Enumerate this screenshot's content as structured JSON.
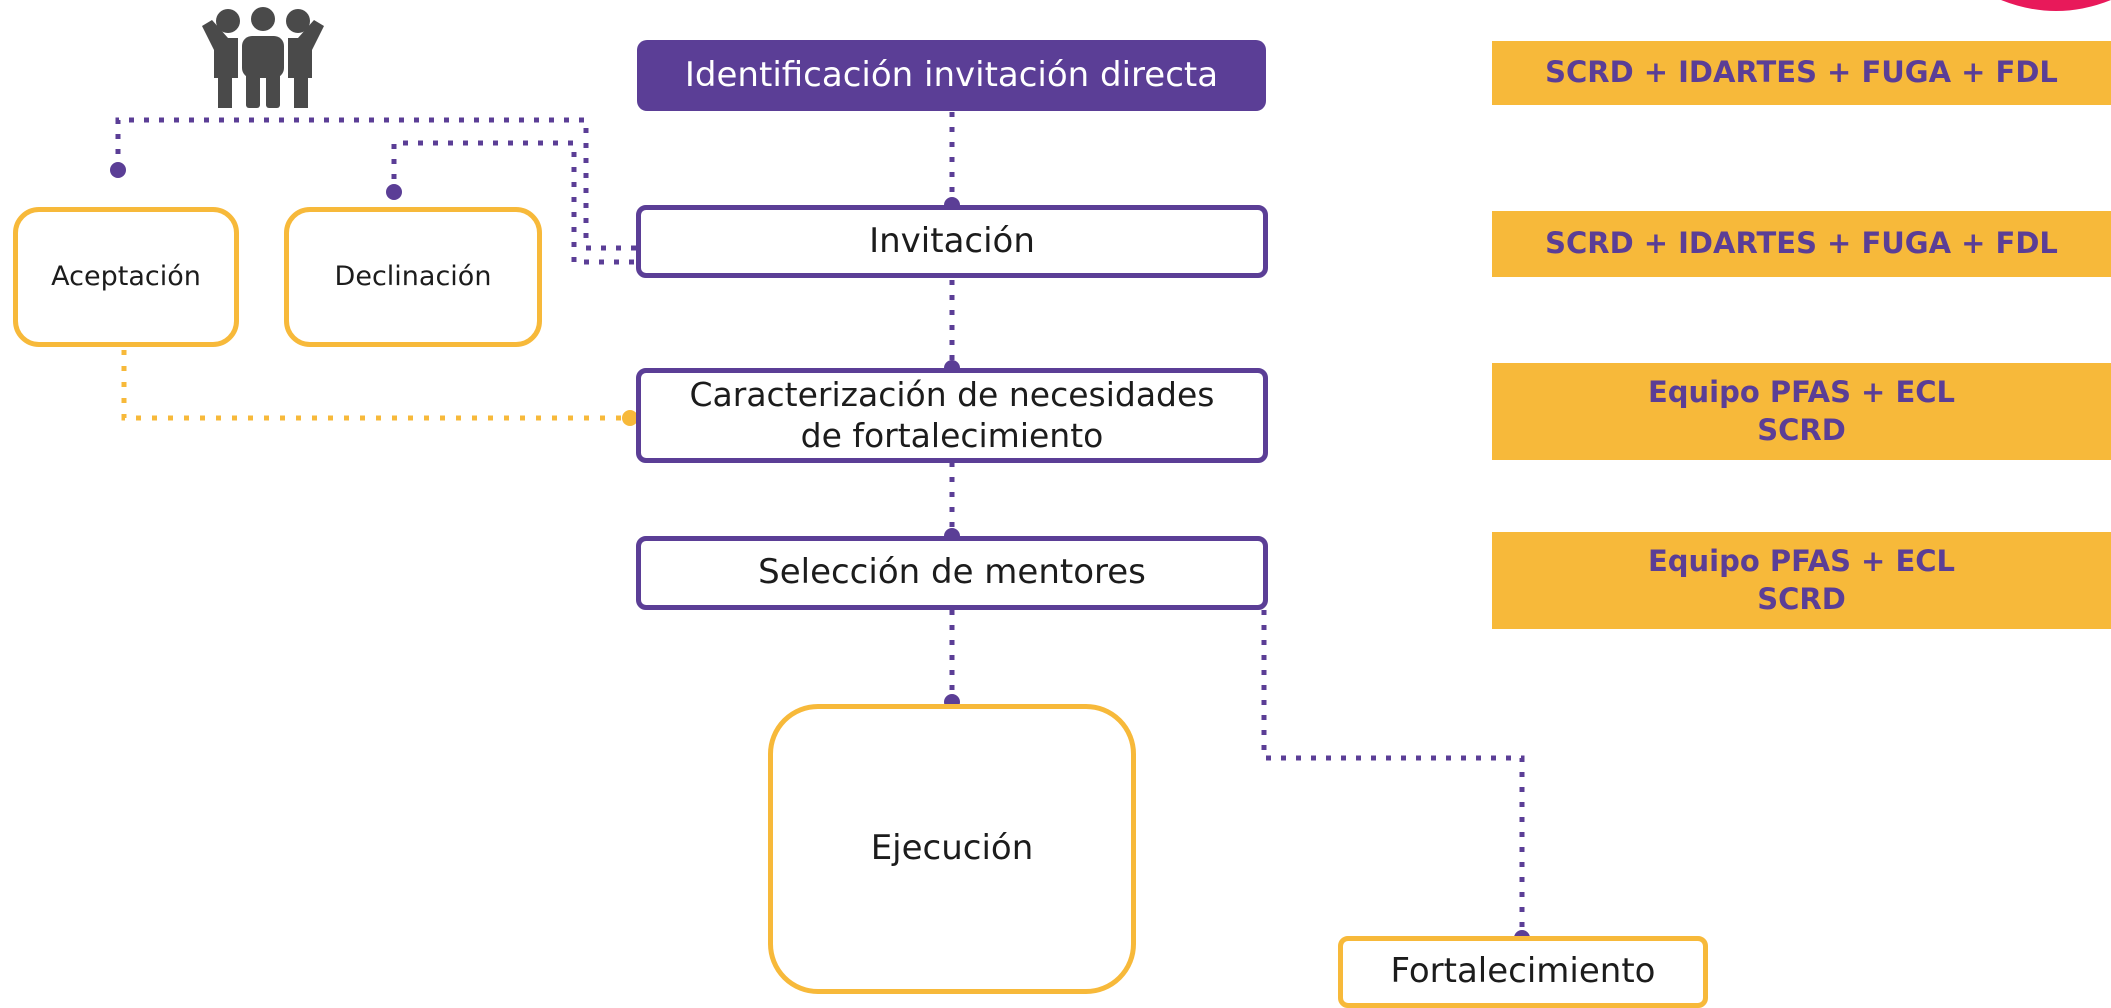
{
  "colors": {
    "purple": "#5b3e96",
    "yellow": "#f7b93a",
    "text": "#1c1c1c",
    "accent": "#e8195a"
  },
  "nodes": {
    "identificacion": "Identificación invitación directa",
    "invitacion": "Invitación",
    "aceptacion": "Aceptación",
    "declinacion": "Declinación",
    "caracterizacion_1": "Caracterización de necesidades",
    "caracterizacion_2": "de fortalecimiento",
    "seleccion": "Selección de mentores",
    "ejecucion": "Ejecución",
    "fortalecimiento": "Fortalecimiento"
  },
  "responsables": [
    {
      "line1": "SCRD + IDARTES + FUGA + FDL"
    },
    {
      "line1": "SCRD + IDARTES + FUGA + FDL"
    },
    {
      "line1": "Equipo PFAS + ECL",
      "line2": "SCRD"
    },
    {
      "line1": "Equipo PFAS + ECL",
      "line2": "SCRD"
    }
  ],
  "icons": {
    "group": "people-group-icon",
    "corner": "corner-circle-decoration"
  }
}
